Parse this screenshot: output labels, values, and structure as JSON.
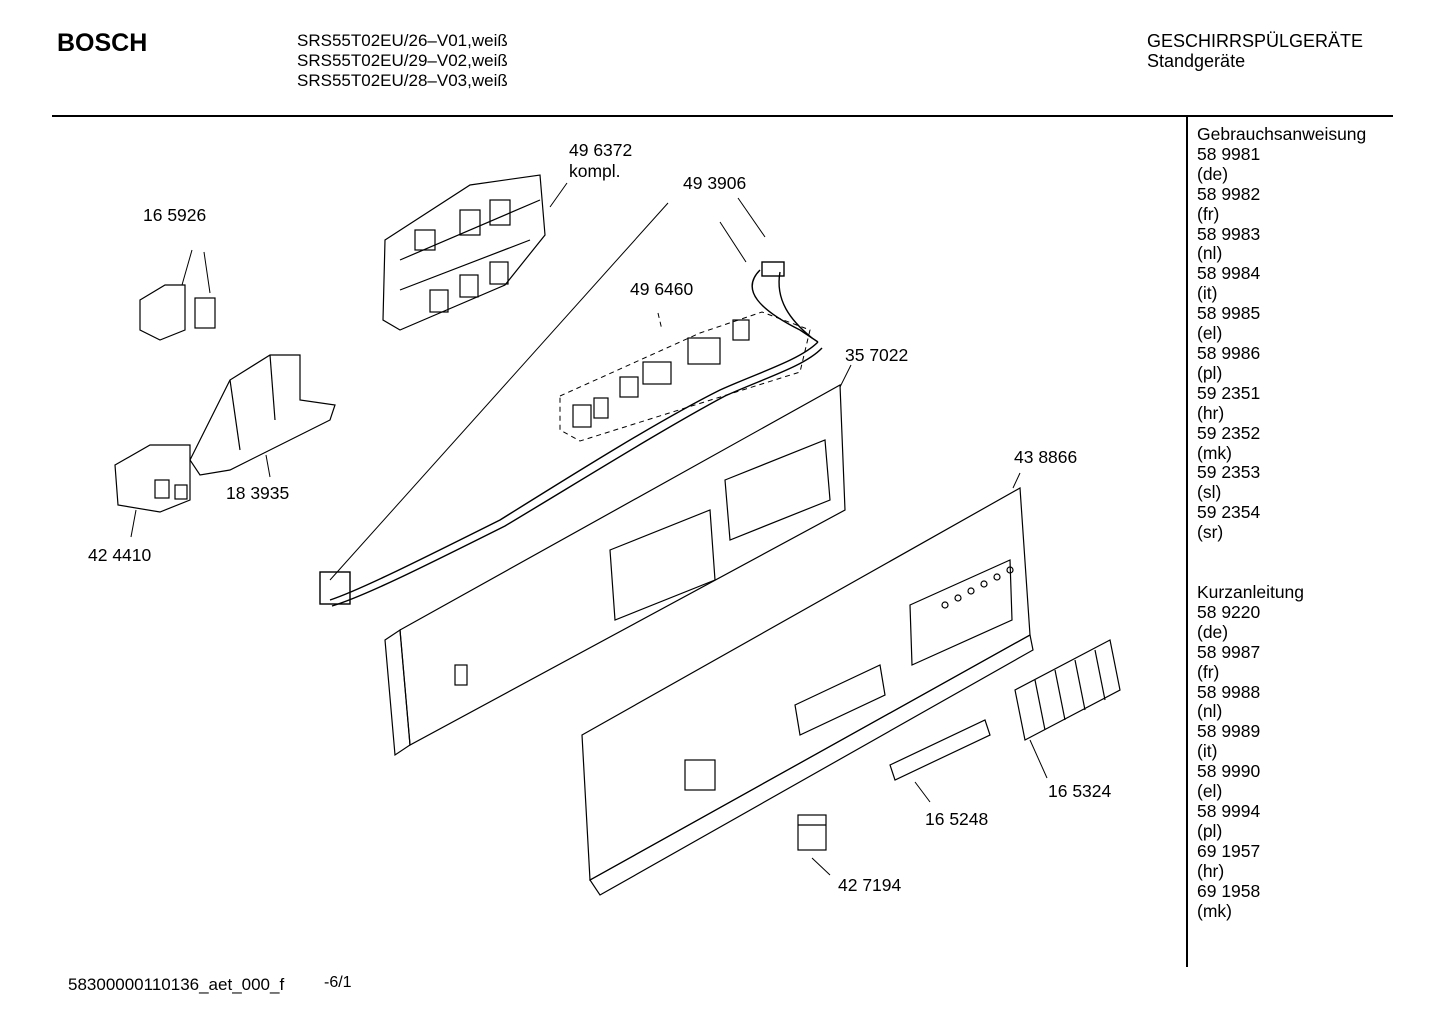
{
  "header": {
    "brand": "BOSCH",
    "models": [
      "SRS55T02EU/26–V01,weiß",
      "SRS55T02EU/29–V02,weiß",
      "SRS55T02EU/28–V03,weiß"
    ],
    "category": [
      "GESCHIRRSPÜLGERÄTE",
      "Standgeräte"
    ]
  },
  "sidebar": {
    "manual_title": "Gebrauchsanweisung",
    "manual_items": [
      {
        "number": "58 9981",
        "lang": "(de)"
      },
      {
        "number": "58 9982",
        "lang": "(fr)"
      },
      {
        "number": "58 9983",
        "lang": "(nl)"
      },
      {
        "number": "58 9984",
        "lang": "(it)"
      },
      {
        "number": "58 9985",
        "lang": "(el)"
      },
      {
        "number": "58 9986",
        "lang": "(pl)"
      },
      {
        "number": "59 2351",
        "lang": "(hr)"
      },
      {
        "number": "59 2352",
        "lang": "(mk)"
      },
      {
        "number": "59 2353",
        "lang": "(sl)"
      },
      {
        "number": "59 2354",
        "lang": "(sr)"
      }
    ],
    "short_title": "Kurzanleitung",
    "short_items": [
      {
        "number": "58 9220",
        "lang": "(de)"
      },
      {
        "number": "58 9987",
        "lang": "(fr)"
      },
      {
        "number": "58 9988",
        "lang": "(nl)"
      },
      {
        "number": "58 9989",
        "lang": "(it)"
      },
      {
        "number": "58 9990",
        "lang": "(el)"
      },
      {
        "number": "58 9994",
        "lang": "(pl)"
      },
      {
        "number": "69 1957",
        "lang": "(hr)"
      },
      {
        "number": "69 1958",
        "lang": "(mk)"
      }
    ]
  },
  "parts": {
    "p496372": "49 6372",
    "p496372_note": "kompl.",
    "p493906": "49 3906",
    "p165926": "16 5926",
    "p496460": "49 6460",
    "p357022": "35 7022",
    "p183935": "18 3935",
    "p424410": "42 4410",
    "p438866": "43 8866",
    "p165324": "16 5324",
    "p165248": "16 5248",
    "p427194": "42 7194"
  },
  "footer": {
    "code": "58300000110136_aet_000_f",
    "page": "-6/1"
  }
}
